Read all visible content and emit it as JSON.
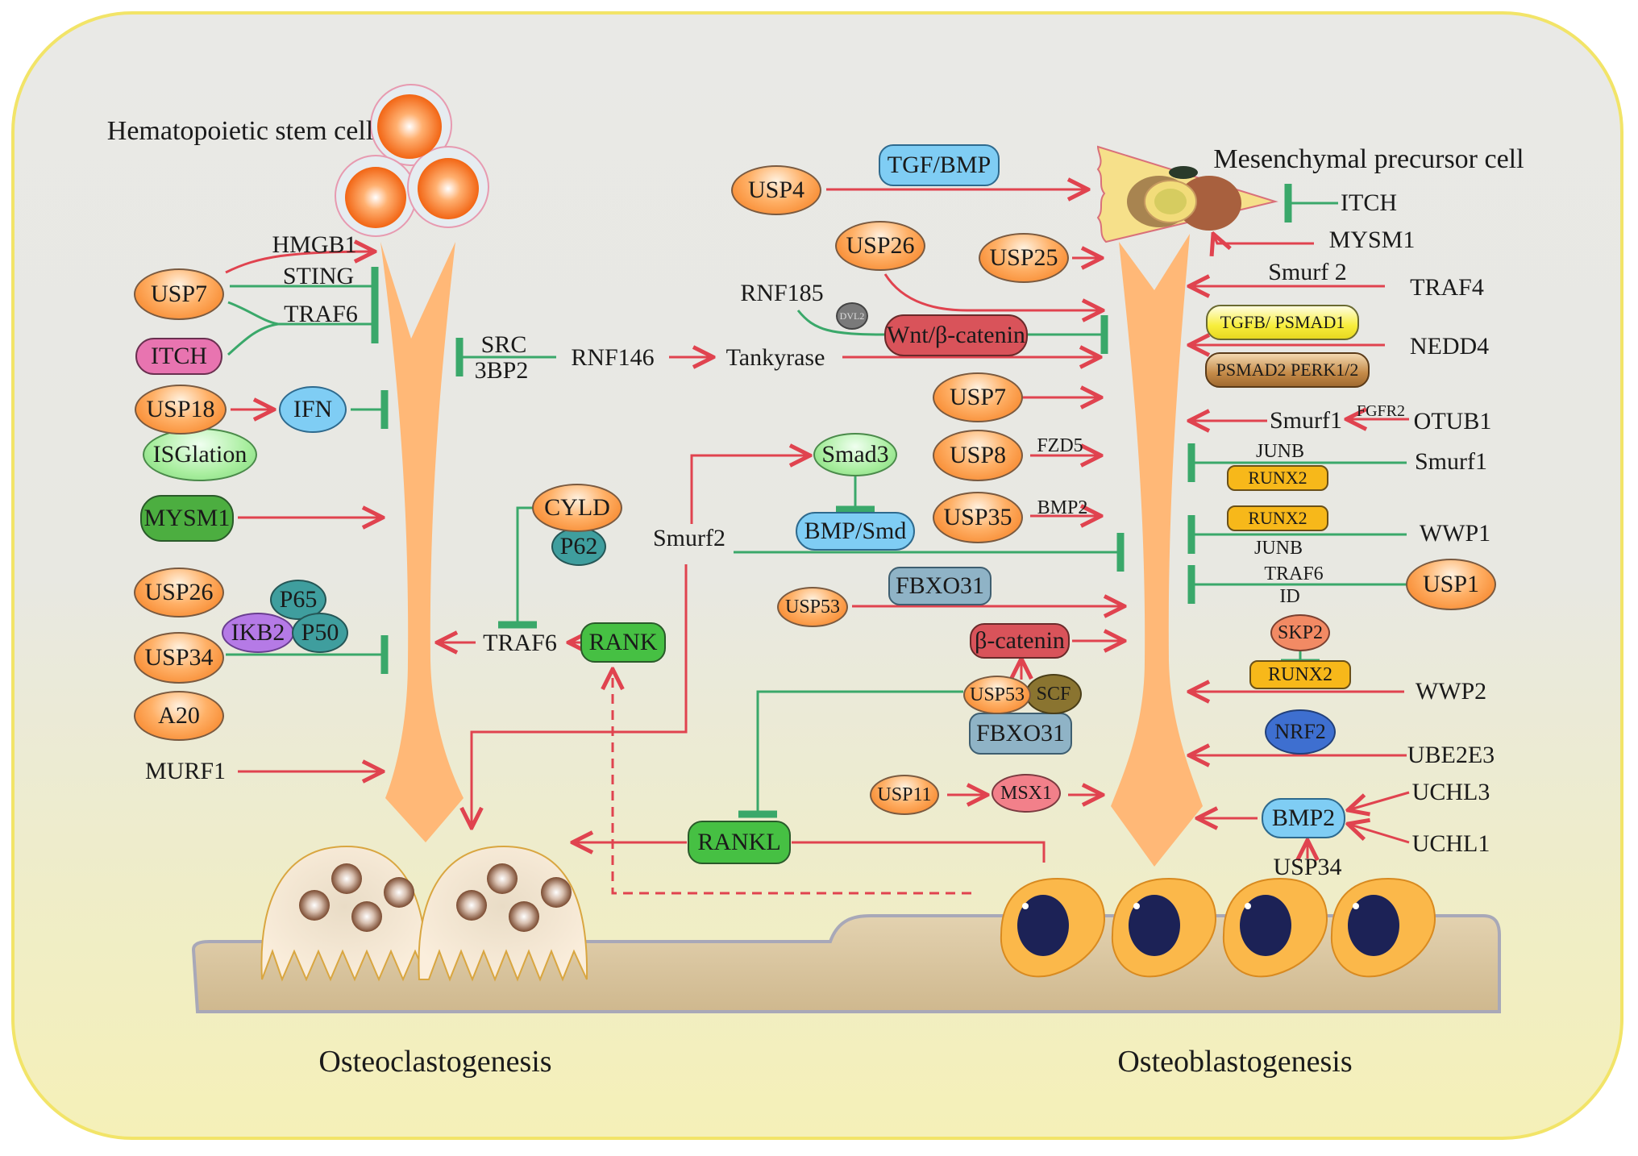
{
  "colors": {
    "activation_arrow": "#e0434f",
    "inhibition_line": "#3aa86a",
    "differentiation_funnel": "#ffb877",
    "frame_border": "#f2e468",
    "bone_matrix": "#d9c4a0"
  },
  "cells": {
    "hematopoietic_label": "Hematopoietic stem cell",
    "mesenchymal_label": "Mesenchymal precursor cell",
    "osteoclastogenesis_label": "Osteoclastogenesis",
    "osteoblastogenesis_label": "Osteoblastogenesis"
  },
  "left": {
    "usp7": "USP7",
    "itch": "ITCH",
    "hmgb1": "HMGB1",
    "sting": "STING",
    "traf6_top": "TRAF6",
    "usp18": "USP18",
    "ifn": "IFN",
    "isglation": "ISGlation",
    "mysm1": "MYSM1",
    "usp26": "USP26",
    "p65": "P65",
    "ikb2": "IKB2",
    "p50": "P50",
    "usp34": "USP34",
    "a20": "A20",
    "murf1": "MURF1",
    "src": "SRC",
    "bp2": "3BP2",
    "rnf146": "RNF146",
    "tankyrase": "Tankyrase",
    "cyld": "CYLD",
    "p62": "P62",
    "traf6_mid": "TRAF6",
    "rank": "RANK",
    "rankl": "RANKL",
    "smurf2": "Smurf2"
  },
  "center": {
    "usp4": "USP4",
    "tgf_bmp": "TGF/BMP",
    "usp26": "USP26",
    "usp25": "USP25",
    "rnf185": "RNF185",
    "dvl2": "DVL2",
    "wnt": "Wnt/β-catenin",
    "usp7": "USP7",
    "smad3": "Smad3",
    "bmp_smd": "BMP/Smd",
    "usp8": "USP8",
    "fzd5": "FZD5",
    "usp35": "USP35",
    "bmp2_label": "BMP2",
    "fbxo31_top": "FBXO31",
    "usp53_top": "USP53",
    "beta_catenin": "β-catenin",
    "usp53_complex": "USP53",
    "scf": "SCF",
    "fbxo31_complex": "FBXO31",
    "usp11": "USP11",
    "msx1": "MSX1"
  },
  "right": {
    "itch": "ITCH",
    "mysm1": "MYSM1",
    "smurf2": "Smurf 2",
    "traf4": "TRAF4",
    "tgfb_psmad1": "TGFB/ PSMAD1",
    "nedd4": "NEDD4",
    "psmad2_perk": "PSMAD2 PERK1/2",
    "smurf1_a": "Smurf1",
    "fgfr2": "FGFR2",
    "otub1": "OTUB1",
    "junb_a": "JUNB",
    "smurf1_b": "Smurf1",
    "runx2_a": "RUNX2",
    "runx2_b": "RUNX2",
    "wwp1": "WWP1",
    "junb_b": "JUNB",
    "traf6": "TRAF6",
    "id": "ID",
    "usp1": "USP1",
    "skp2": "SKP2",
    "runx2_c": "RUNX2",
    "wwp2": "WWP2",
    "nrf2": "NRF2",
    "ube2e3": "UBE2E3",
    "bmp2": "BMP2",
    "uchl3": "UCHL3",
    "uchl1": "UCHL1",
    "usp34": "USP34"
  }
}
